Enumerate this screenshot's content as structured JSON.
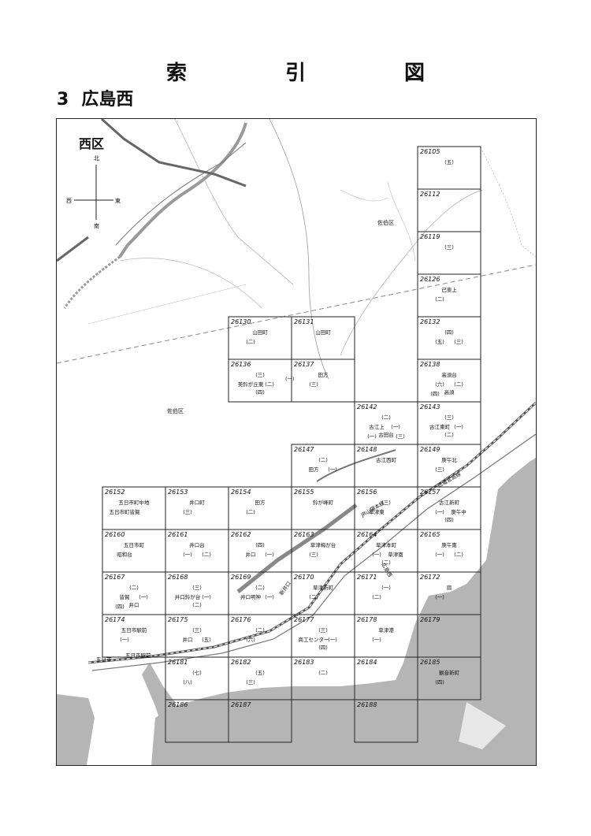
{
  "header": {
    "title": "索 引 図",
    "section_number": "3",
    "section_name": "広島西"
  },
  "map": {
    "ward_label": "西区",
    "compass": {
      "north": "北",
      "south": "南",
      "east": "東",
      "west": "西"
    },
    "district_labels": [
      "佐伯区",
      "佐伯区"
    ],
    "sheets": [
      {
        "id": "26105",
        "labels": [
          "(五)"
        ]
      },
      {
        "id": "26112",
        "labels": []
      },
      {
        "id": "26119",
        "labels": [
          "(三)"
        ]
      },
      {
        "id": "26126",
        "labels": [
          "己斐上",
          "(二)"
        ]
      },
      {
        "id": "26130",
        "labels": [
          "山田町",
          "(二)"
        ]
      },
      {
        "id": "26131",
        "labels": [
          "山田町"
        ]
      },
      {
        "id": "26132",
        "labels": [
          "(四)",
          "(五)",
          "(三)"
        ]
      },
      {
        "id": "26136",
        "labels": [
          "(三)",
          "美鈴が丘東",
          "(二)",
          "(四)"
        ]
      },
      {
        "id": "26137",
        "labels": [
          "田方",
          "(三)"
        ]
      },
      {
        "id": "26138",
        "labels": [
          "高須台",
          "(六)",
          "(二)",
          "高須",
          "(四)"
        ]
      },
      {
        "id": "26142",
        "labels": [
          "(二)",
          "古江上",
          "(一)",
          "古田台",
          "(一)",
          "(三)"
        ]
      },
      {
        "id": "26143",
        "labels": [
          "(三)",
          "古江東町",
          "(一)",
          "(二)"
        ]
      },
      {
        "id": "26147",
        "labels": [
          "(二)",
          "田方",
          "(一)"
        ]
      },
      {
        "id": "26148",
        "labels": [
          "古江西町"
        ]
      },
      {
        "id": "26149",
        "labels": [
          "庚午北",
          "(三)"
        ]
      },
      {
        "id": "26152",
        "labels": [
          "五日市町中地",
          "五日市町皆賀"
        ]
      },
      {
        "id": "26153",
        "labels": [
          "井口町",
          "(三)"
        ]
      },
      {
        "id": "26154",
        "labels": [
          "田方",
          "(二)"
        ]
      },
      {
        "id": "26155",
        "labels": [
          "鈴が峰町"
        ]
      },
      {
        "id": "26156",
        "labels": [
          "(三)",
          "草津東"
        ]
      },
      {
        "id": "26157",
        "labels": [
          "古江新町",
          "(一)",
          "庚午中",
          "(四)"
        ]
      },
      {
        "id": "26160",
        "labels": [
          "五日市町",
          "昭和台"
        ]
      },
      {
        "id": "26161",
        "labels": [
          "井口台",
          "(一)",
          "(二)"
        ]
      },
      {
        "id": "26162",
        "labels": [
          "(四)",
          "井口",
          "(一)"
        ]
      },
      {
        "id": "26163",
        "labels": [
          "草津梅が台",
          "(三)"
        ]
      },
      {
        "id": "26164",
        "labels": [
          "草津本町",
          "(一)",
          "草津南",
          "(二)"
        ]
      },
      {
        "id": "26165",
        "labels": [
          "庚午南",
          "(一)",
          "(二)"
        ]
      },
      {
        "id": "26167",
        "labels": [
          "(二)",
          "皆賀",
          "(一)",
          "井口",
          "(四)"
        ]
      },
      {
        "id": "26168",
        "labels": [
          "(三)",
          "井口鈴が台",
          "(一)",
          "(二)"
        ]
      },
      {
        "id": "26169",
        "labels": [
          "(二)",
          "井口明神",
          "(一)"
        ]
      },
      {
        "id": "26170",
        "labels": [
          "草津新町",
          "(二)"
        ]
      },
      {
        "id": "26171",
        "labels": [
          "(一)",
          "(二)"
        ]
      },
      {
        "id": "26172",
        "labels": [
          "扇",
          "(一)"
        ]
      },
      {
        "id": "26174",
        "labels": [
          "五日市駅前",
          "(一)"
        ]
      },
      {
        "id": "26175",
        "labels": [
          "(三)",
          "井口",
          "(五)"
        ]
      },
      {
        "id": "26176",
        "labels": [
          "(二)",
          "(六)"
        ]
      },
      {
        "id": "26177",
        "labels": [
          "(三)",
          "商工センター",
          "(一)",
          "(四)"
        ]
      },
      {
        "id": "26178",
        "labels": [
          "草津港",
          "(一)"
        ]
      },
      {
        "id": "26179",
        "labels": []
      },
      {
        "id": "26181",
        "labels": [
          "(七)",
          "(八)"
        ]
      },
      {
        "id": "26182",
        "labels": [
          "(五)",
          "(三)"
        ]
      },
      {
        "id": "26183",
        "labels": [
          "(二)"
        ]
      },
      {
        "id": "26184",
        "labels": []
      },
      {
        "id": "26185",
        "labels": [
          "観音新町",
          "(四)"
        ]
      },
      {
        "id": "26186",
        "labels": []
      },
      {
        "id": "26187",
        "labels": []
      },
      {
        "id": "26188",
        "labels": []
      }
    ],
    "road_labels": [
      "JR山陽本線",
      "広電宮島線",
      "新井口",
      "五日市",
      "五日市駅前",
      "広島西",
      "(一)"
    ]
  }
}
